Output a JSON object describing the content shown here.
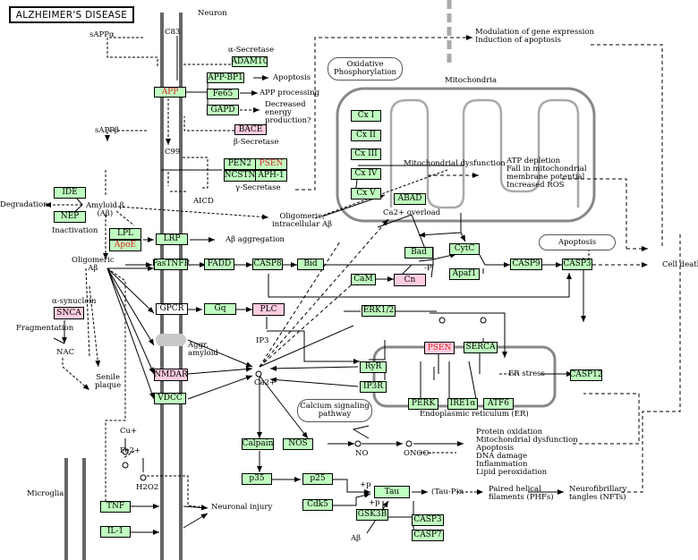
{
  "title": "ALZHEIMER'S DISEASE",
  "labels": {
    "neuron": "Neuron",
    "sappa": "sAPPα",
    "sappb": "sAPPβ",
    "c83": "C83",
    "c99": "C99",
    "a_secretase": "α-Secretase",
    "b_secretase": "β-Secretase",
    "g_secretase": "γ-Secretase",
    "apoptosis": "Apoptosis",
    "app_processing": "APP processing",
    "decreased_energy": "Decreased\nenergy\nproduction?",
    "modulation": "Modulation of gene expression\nInduction of apoptosis",
    "mitochondria": "Mitochondria",
    "oxphos": "Oxidative\nPhosphorylation",
    "mito_dysfunction": "Mitochondrial dysfunction",
    "atp_depletion": "ATP depletion\nFall in mitochondrial\nmembrane potential\nIncreased ROS",
    "aicd": "AICD",
    "degradation": "Degradation",
    "amyloid_b": "Amyloid β\n(Aβ)",
    "inactivation": "Inactivation",
    "oligomeric_intra": "Oligomeric,\nintracellular Aβ",
    "ca_overload": "Ca2+ overload",
    "ab_aggregation": "Aβ aggregation",
    "apoptosis_box": "Apoptosis",
    "cell_death": "Cell death",
    "oligomeric_ab": "Oligomeric\nAβ",
    "a_synuclein": "α-synuclein",
    "fragmentation": "Fragmentation",
    "nac": "NAC",
    "ip3": "IP3",
    "aggr_amyloid": "Aggr.\namyloid",
    "senile_plaque": "Senile\nplaque",
    "ca2": "Ca2+",
    "er_stress": "ER stress",
    "er": "Endoplasmic reticulum (ER)",
    "calcium_signaling": "Calcium signaling\npathway",
    "no": "NO",
    "onoo": "ONOO-",
    "protein_ox": "Protein oxidation\nMitochondrial dysfunction\nApoptosis\nDNA damage\nInflammation\nLipid peroxidation",
    "cu": "Cu+",
    "fe": "Fe2+",
    "h2o2": "H2O2",
    "microglia": "Microglia",
    "neuronal_injury": "Neuronal injury",
    "tau_pn": "(Tau-P)n",
    "paired_helical": "Paired helical\nfilaments (PHFs)",
    "neurofibrillary": "Neurofibrillary\ntangles (NFTs)",
    "ab_bottom": "Aβ",
    "p1": "+p",
    "p2": "+p",
    "p_bad": "-P"
  },
  "nodes": {
    "adam": "ADAM10",
    "app_bp1": "APP-BP1",
    "app": "APP",
    "fe65": "Fe65",
    "gapd": "GAPD",
    "bace": "BACE",
    "pen2": "PEN2",
    "psen_g": "PSEN",
    "ncstn": "NCSTN",
    "aph1": "APH-1",
    "ide": "IDE",
    "nep": "NEP",
    "lpl": "LPL",
    "apoe": "ApoE",
    "lrp": "LRP",
    "cx1": "Cx I",
    "cx2": "Cx II",
    "cx3": "Cx III",
    "cx4": "Cx IV",
    "cx5": "Cx V",
    "abad": "ABAD",
    "fastnfr": "FasTNFR",
    "fadd": "FADD",
    "casp8": "CASP8",
    "bid": "Bid",
    "bad": "Bad",
    "cytc": "CytC",
    "apaf1": "Apaf1",
    "casp9": "CASP9",
    "casp3_top": "CASP3",
    "cam": "CaM",
    "cn": "Cn",
    "snca": "SNCA",
    "gpcr": "GPCR",
    "gq": "Gq",
    "plc": "PLC",
    "erk": "ERK1/2",
    "psen_er": "PSEN",
    "serca": "SERCA",
    "ryr": "RyR",
    "ip3r": "IP3R",
    "nmdar": "NMDAR",
    "vdcc": "VDCC",
    "casp12": "CASP12",
    "perk": "PERK",
    "ire1": "IRE1α",
    "atf6": "ATF6",
    "calpain": "Calpain",
    "nos": "NOS",
    "p35": "p35",
    "p25": "p25",
    "cdk5": "Cdk5",
    "tau": "Tau",
    "gsk3b": "GSK3B",
    "casp3_bot": "CASP3",
    "casp7": "CASP7",
    "tnf": "TNF",
    "il1": "IL-1"
  }
}
